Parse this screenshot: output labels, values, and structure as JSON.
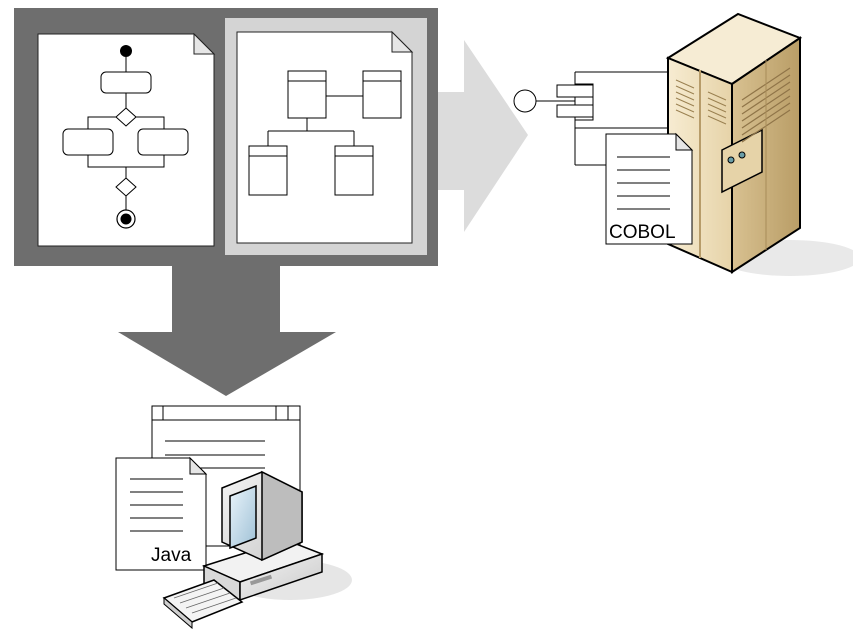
{
  "labels": {
    "cobol": "COBOL",
    "java": "Java"
  },
  "colors": {
    "dark_panel": "#6e6e6e",
    "light_frame": "#d4d4d4",
    "arrow_light": "#dcdcdc",
    "arrow_dark": "#6e6e6e",
    "server_body": "#efe0bc",
    "server_shade": "#b79c6a"
  },
  "icons": [
    "activity-diagram",
    "class-diagram",
    "component-interface",
    "cobol-document",
    "server-tower",
    "window",
    "java-document",
    "desktop-computer",
    "keyboard"
  ]
}
